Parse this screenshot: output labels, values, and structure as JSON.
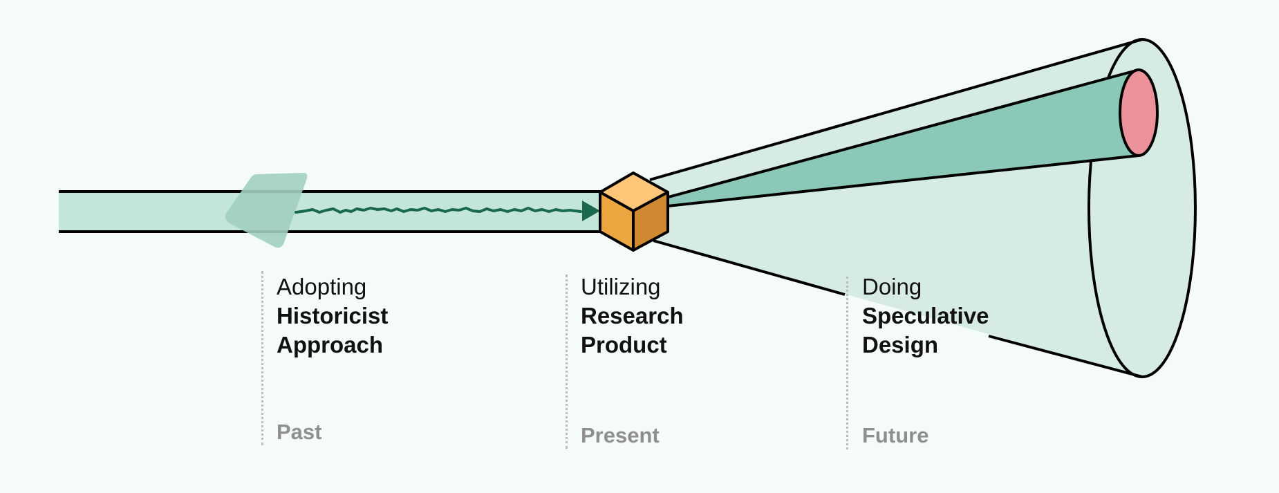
{
  "colors": {
    "background": "#f5fbf8",
    "tube_fill": "#c4e6d9",
    "prism_fill": "#a2cfbd",
    "squiggle": "#19684f",
    "cube_top": "#ffc67a",
    "cube_left": "#eca63f",
    "cube_right": "#cf8a31",
    "outer_cone": "#d6ebe2",
    "inner_cone": "#8cc8b7",
    "core_ellipse": "#eb929a",
    "outline": "#000000",
    "label_text": "#111111",
    "era_text": "#8f8f8f",
    "divider": "#bcbcbc"
  },
  "stages": [
    {
      "verb": "Adopting",
      "noun_line1": "Historicist",
      "noun_line2": "Approach",
      "era": "Past"
    },
    {
      "verb": "Utilizing",
      "noun_line1": "Research",
      "noun_line2": "Product",
      "era": "Present"
    },
    {
      "verb": "Doing",
      "noun_line1": "Speculative",
      "noun_line2": "Design",
      "era": "Future"
    }
  ]
}
